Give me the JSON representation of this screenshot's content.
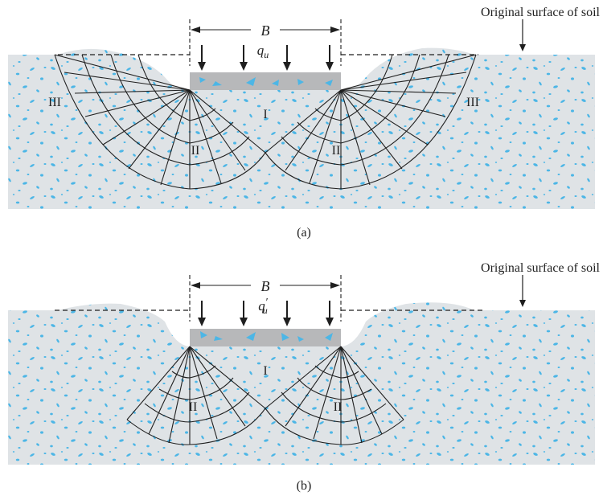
{
  "colors": {
    "soil_fill": "#dfe3e6",
    "soil_speckle": "#4cb6e6",
    "footing_fill": "#b7b8ba",
    "line": "#1f1f1f"
  },
  "panel_a": {
    "caption": "(a)",
    "surface_label": "Original surface of soil",
    "width_label": "B",
    "load_label": "q",
    "load_subscript": "u",
    "zone_labels": [
      "III",
      "II",
      "I",
      "II",
      "III"
    ]
  },
  "panel_b": {
    "caption": "(b)",
    "surface_label": "Original surface of soil",
    "width_label": "B",
    "load_label": "q",
    "load_prime": "′",
    "load_subscript": "u",
    "zone_labels": [
      "II",
      "I",
      "II"
    ]
  }
}
